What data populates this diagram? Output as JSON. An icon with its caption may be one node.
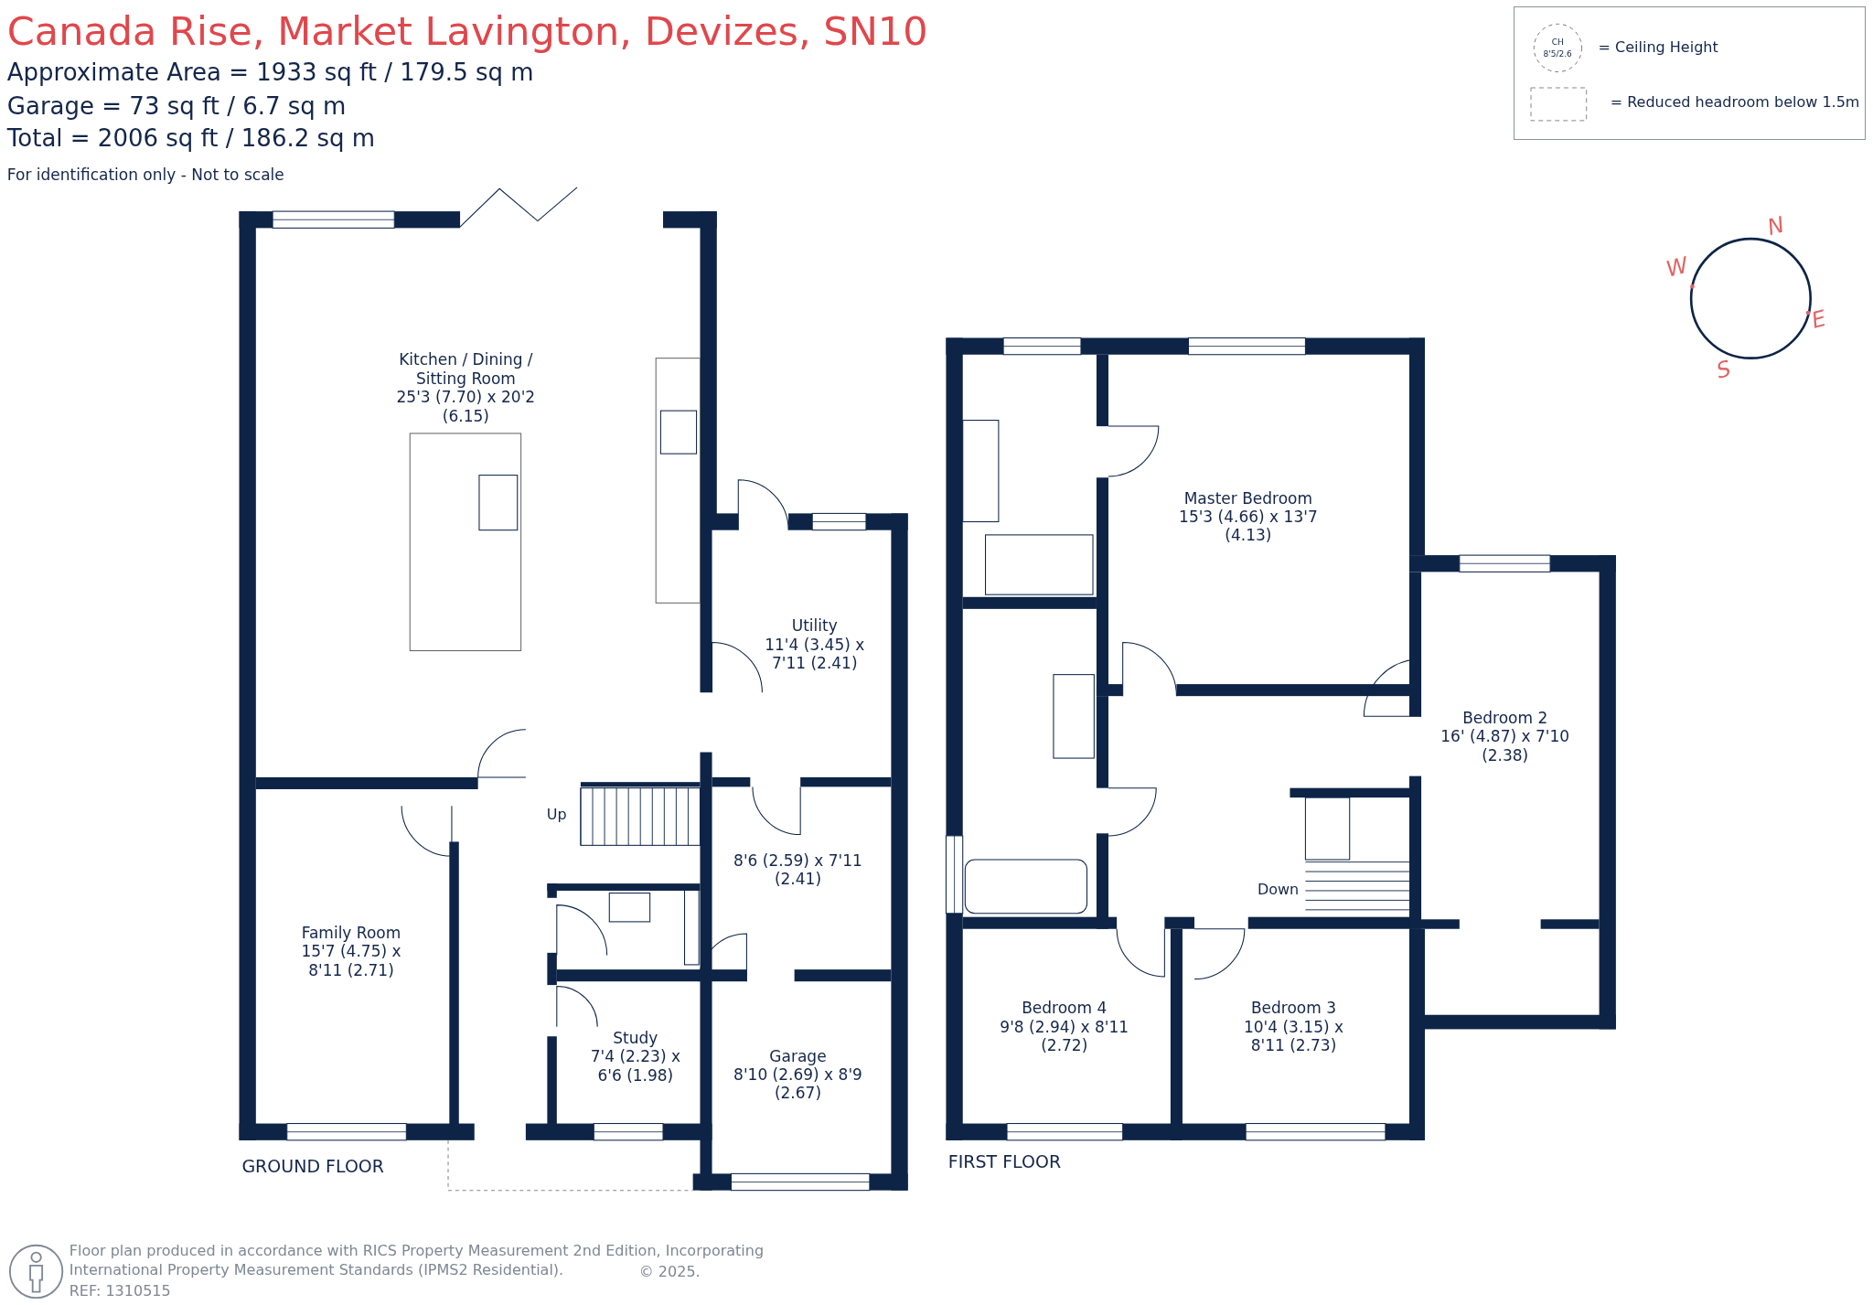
{
  "diagram": {
    "title": "Canada Rise, Market Lavington, Devizes, SN10",
    "nodes": [
      {
        "text": [
          "Kitchen / Dining / Sitting Room",
          "25'3 (7.70) x 20'2 (6.15)"
        ]
      },
      {
        "text": [
          "Utility",
          "11'4 (3.45) x 7'11 (2.41)"
        ]
      },
      {
        "text": [
          "8'6 (2.59) x 7'11 (2.41)"
        ]
      },
      {
        "text": [
          "Family Room",
          "15'7 (4.75) x 8'11 (2.71)"
        ]
      },
      {
        "text": [
          "Study",
          "7'4 (2.23) x 6'6 (1.98)"
        ]
      },
      {
        "text": [
          "Garage",
          "8'10 (2.69) x 8'9 (2.67)"
        ]
      },
      {
        "text": [
          "Master Bedroom",
          "15'3 (4.66) x 13'7 (4.13)"
        ]
      },
      {
        "text": [
          "Bedroom 2",
          "16' (4.87) x 7'10 (2.38)"
        ]
      },
      {
        "text": [
          "Bedroom 4",
          "9'8 (2.94) x 8'11 (2.72)"
        ]
      },
      {
        "text": [
          "Bedroom 3",
          "10'4 (3.15) x 8'11 (2.73)"
        ]
      }
    ],
    "labels": [
      "Approximate Area = 1933 sq ft / 179.5 sq m",
      "Garage = 73 sq ft / 6.7 sq m",
      "Total = 2006 sq ft / 186.2 sq m",
      "For identification only - Not to scale",
      "CH",
      "8'5/2.6",
      "N",
      "W",
      "E",
      "S",
      "Up",
      "Down",
      "GROUND FLOOR",
      "FIRST FLOOR",
      "Floor plan produced in accordance with RICS Property Measurement 2nd Edition, Incorporating International Property Measurement Standards (IPMS2 Residential).",
      "© 2025.",
      "REF: 1310515"
    ],
    "legend": [
      {
        "text": "= Ceiling Height"
      },
      {
        "text": "= Reduced headroom below 1.5m"
      }
    ]
  }
}
